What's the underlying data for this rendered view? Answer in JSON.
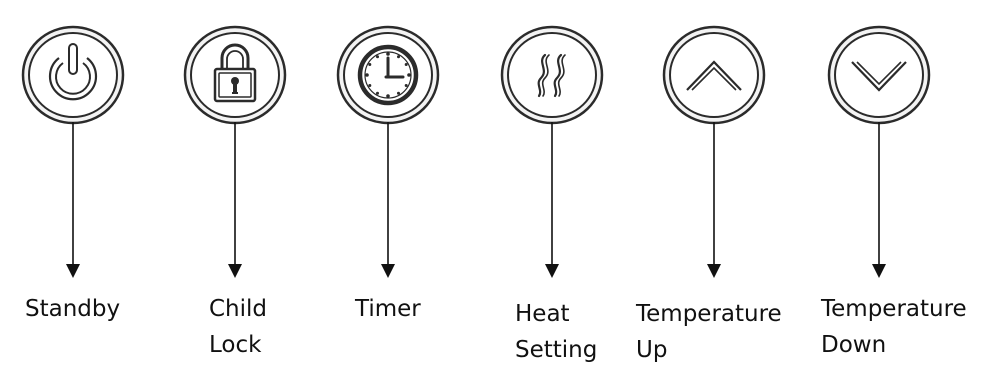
{
  "stroke_color": "#2b2b2b",
  "ring_fill": "#f3f3f3",
  "buttons": [
    {
      "icon": "power-icon",
      "label": "Standby"
    },
    {
      "icon": "padlock-icon",
      "label": "Child\nLock"
    },
    {
      "icon": "clock-icon",
      "label": "Timer"
    },
    {
      "icon": "heat-waves-icon",
      "label": "Heat\nSetting"
    },
    {
      "icon": "chevron-up-icon",
      "label": "Temperature\nUp"
    },
    {
      "icon": "chevron-down-icon",
      "label": "Temperature\nDown"
    }
  ]
}
